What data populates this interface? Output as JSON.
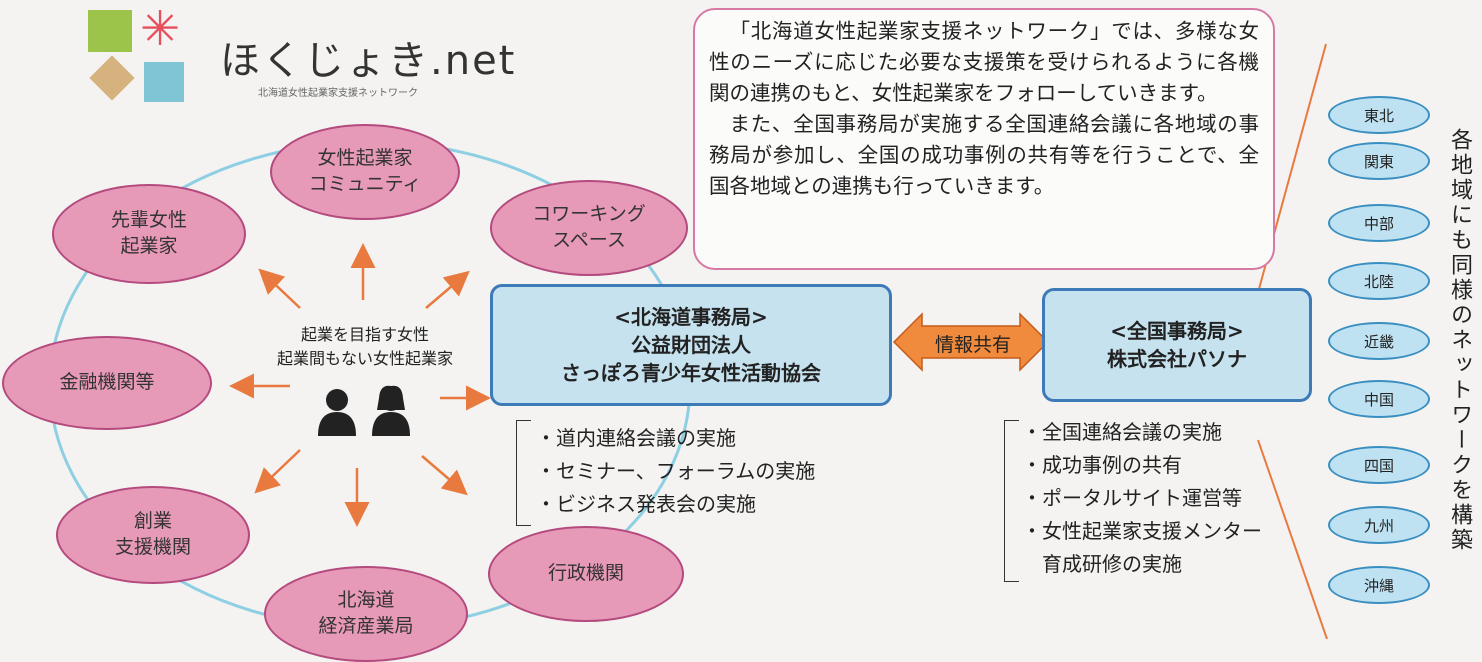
{
  "logo": {
    "title": "ほくじょき.net",
    "subtitle": "北海道女性起業家支援ネットワーク",
    "colors": [
      "#9cc34a",
      "#e84f5e",
      "#d6b27e",
      "#7fc5d6"
    ]
  },
  "info_box": {
    "paragraph1": "「北海道女性起業家支援ネットワーク」では、多様な女性のニーズに応じた必要な支援策を受けられるように各機関の連携のもと、女性起業家をフォローしていきます。",
    "paragraph2": "また、全国事務局が実施する全国連絡会議に各地域の事務局が参加し、全国の成功事例の共有等を行うことで、全国各地域との連携も行っていきます。"
  },
  "ovals": [
    {
      "id": "community",
      "label": "女性起業家\nコミュニティ"
    },
    {
      "id": "coworking",
      "label": "コワーキング\nスペース"
    },
    {
      "id": "senior",
      "label": "先輩女性\n起業家"
    },
    {
      "id": "finance",
      "label": "金融機関等"
    },
    {
      "id": "startup-support",
      "label": "創業\n支援機関"
    },
    {
      "id": "meti",
      "label": "北海道\n経済産業局"
    },
    {
      "id": "admin",
      "label": "行政機関"
    }
  ],
  "center": {
    "label": "起業を目指す女性\n起業間もない女性起業家",
    "icon": "two-women-icon"
  },
  "hokkaido_office": {
    "label": "<北海道事務局>\n公益財団法人\nさっぽろ青少年女性活動協会",
    "activities": [
      "・道内連絡会議の実施",
      "・セミナー、フォーラムの実施",
      "・ビジネス発表会の実施"
    ]
  },
  "exchange": {
    "label": "情報共有",
    "color": "#f08a3c"
  },
  "national_office": {
    "label": "<全国事務局>\n株式会社パソナ",
    "activities": [
      "・全国連絡会議の実施",
      "・成功事例の共有",
      "・ポータルサイト運営等",
      "・女性起業家支援メンター",
      "　育成研修の実施"
    ]
  },
  "regions": [
    "東北",
    "関東",
    "中部",
    "北陸",
    "近畿",
    "中国",
    "四国",
    "九州",
    "沖縄"
  ],
  "side_note": "各地域にも同様のネットワークを構築",
  "colors": {
    "oval_fill": "#e799b8",
    "oval_border": "#b44a7e",
    "box_fill": "#c6e2ef",
    "box_border": "#3d7ab8",
    "arrow": "#e97a3f",
    "circle": "#8ecfe3"
  }
}
